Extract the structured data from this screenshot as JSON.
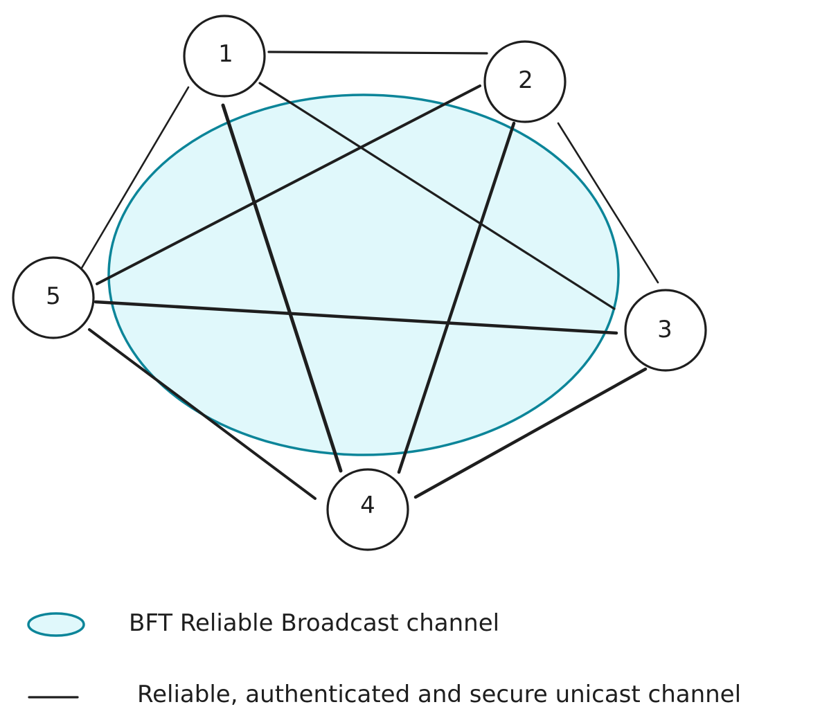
{
  "diagram": {
    "nodes": [
      {
        "id": "1",
        "label": "1"
      },
      {
        "id": "2",
        "label": "2"
      },
      {
        "id": "3",
        "label": "3"
      },
      {
        "id": "4",
        "label": "4"
      },
      {
        "id": "5",
        "label": "5"
      }
    ],
    "edges": [
      {
        "from": "1",
        "to": "2"
      },
      {
        "from": "2",
        "to": "3"
      },
      {
        "from": "3",
        "to": "4"
      },
      {
        "from": "4",
        "to": "5"
      },
      {
        "from": "5",
        "to": "1"
      },
      {
        "from": "1",
        "to": "3"
      },
      {
        "from": "1",
        "to": "4"
      },
      {
        "from": "2",
        "to": "4"
      },
      {
        "from": "2",
        "to": "5"
      },
      {
        "from": "3",
        "to": "5"
      }
    ],
    "colors": {
      "channel_fill": "#e0f8fb",
      "channel_stroke": "#0c8599",
      "line": "#1e1e1e"
    }
  },
  "legend": {
    "broadcast_label": "BFT Reliable Broadcast channel",
    "unicast_label": "Reliable, authenticated and secure unicast channel"
  }
}
